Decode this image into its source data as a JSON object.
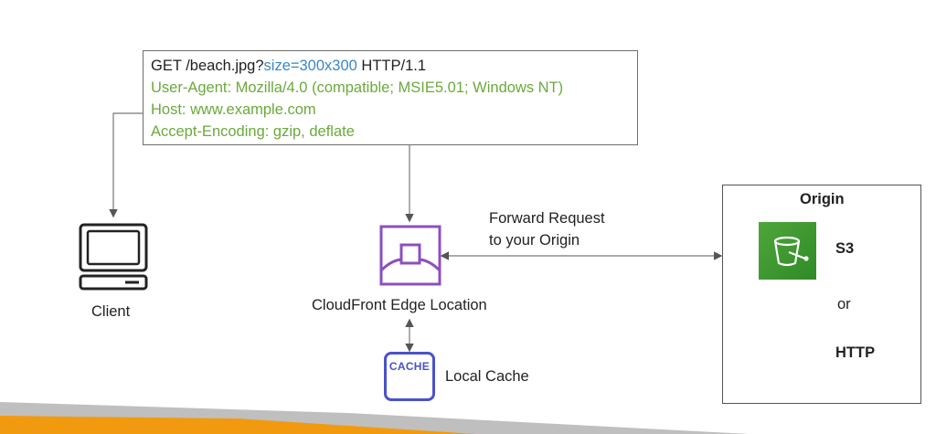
{
  "request": {
    "line1_method": "GET /beach.jpg?",
    "line1_param": "size=300x300",
    "line1_proto": " HTTP/1.1",
    "user_agent": "User-Agent: Mozilla/4.0 (compatible; MSIE5.01; Windows NT)",
    "host": "Host: www.example.com",
    "accept_encoding": "Accept-Encoding: gzip, deflate"
  },
  "client": {
    "label": "Client"
  },
  "edge": {
    "label": "CloudFront Edge Location"
  },
  "cache": {
    "icon_text": "CACHE",
    "label": "Local Cache"
  },
  "forward": {
    "line1": "Forward Request",
    "line2": "to your Origin"
  },
  "origin": {
    "title": "Origin",
    "s3_label": "S3",
    "or_label": "or",
    "http_label": "HTTP"
  },
  "colors": {
    "cloudfront_purple": "#8c4fbf",
    "cache_blue": "#4a52c8",
    "s3_green": "#3b9a30",
    "request_green": "#6aaa3a",
    "request_blue": "#3b86c6",
    "footer_orange": "#f29a0f"
  }
}
